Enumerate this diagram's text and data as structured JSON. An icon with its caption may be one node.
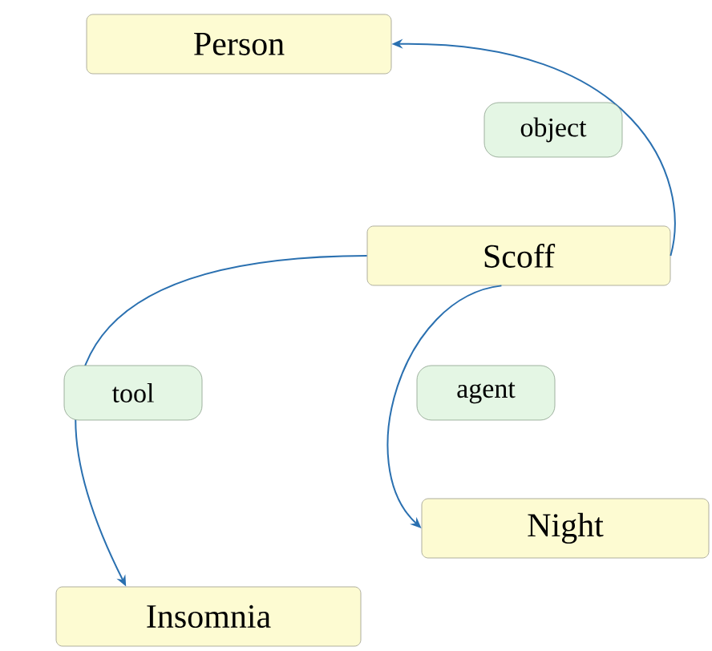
{
  "diagram": {
    "nodes": [
      {
        "text": [
          "Person"
        ]
      },
      {
        "text": [
          "Scoff"
        ]
      },
      {
        "text": [
          "Night"
        ]
      },
      {
        "text": [
          "Insomnia"
        ]
      }
    ],
    "edges": [
      {
        "from": 1,
        "to": 0,
        "arrow": "to",
        "label": "object"
      },
      {
        "from": 1,
        "to": 3,
        "arrow": "to",
        "label": "tool"
      },
      {
        "from": 1,
        "to": 2,
        "arrow": "to",
        "label": "agent"
      }
    ]
  }
}
